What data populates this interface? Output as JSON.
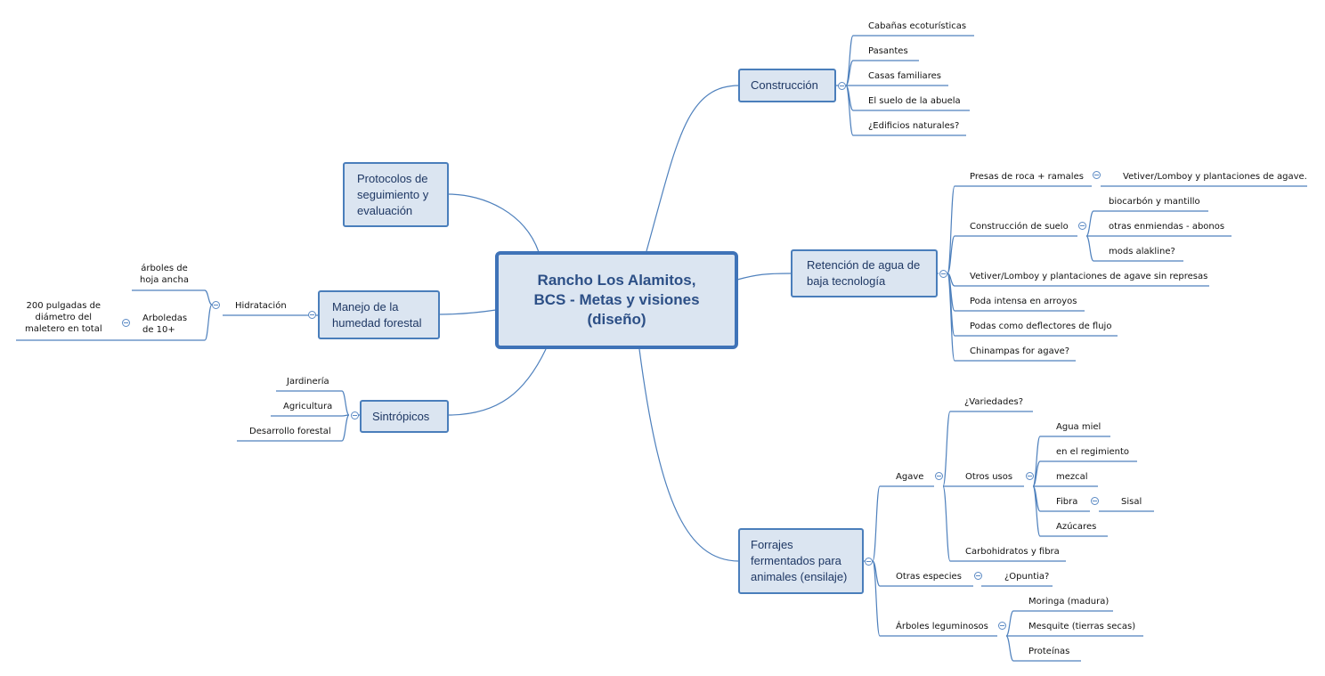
{
  "root": {
    "label": "Rancho Los Alamitos,\nBCS - Metas y visiones\n(diseño)"
  },
  "branches": {
    "construccion": {
      "label": "Construcción",
      "items": [
        "Cabañas ecoturísticas",
        "Pasantes",
        "Casas familiares",
        "El suelo de la abuela",
        "¿Edificios naturales?"
      ]
    },
    "retencion": {
      "label": "Retención de agua de\nbaja tecnología",
      "presas": {
        "label": "Presas de roca + ramales",
        "child": "Vetiver/Lomboy y plantaciones de agave."
      },
      "suelo": {
        "label": "Construcción de suelo",
        "items": [
          "biocarbón y mantillo",
          "otras enmiendas - abonos",
          "mods alakline?"
        ]
      },
      "items": [
        "Vetiver/Lomboy y plantaciones de agave sin represas",
        "Poda intensa en arroyos",
        "Podas como deflectores de flujo",
        "Chinampas for agave?"
      ]
    },
    "forrajes": {
      "label": "Forrajes\nfermentados para\nanimales (ensilaje)",
      "agave": {
        "label": "Agave",
        "variedades": "¿Variedades?",
        "otros_usos": {
          "label": "Otros usos",
          "items": [
            "Agua miel",
            "en el regimiento",
            "mezcal",
            "Fibra",
            "Azúcares"
          ],
          "fibra_child": "Sisal"
        },
        "carbohidratos": "Carbohidratos y fibra"
      },
      "otras_especies": {
        "label": "Otras especies",
        "child": "¿Opuntia?"
      },
      "arboles": {
        "label": "Árboles leguminosos",
        "items": [
          "Moringa (madura)",
          "Mesquite (tierras secas)",
          "Proteínas"
        ]
      }
    },
    "protocolos": {
      "label": "Protocolos de\nseguimiento y\nevaluación"
    },
    "manejo": {
      "label": "Manejo de la\nhumedad forestal",
      "hidratacion": {
        "label": "Hidratación",
        "hoja_ancha": "árboles de\nhoja ancha",
        "arboledas": {
          "label": "Arboledas\nde 10+",
          "child": "200 pulgadas de\ndiámetro del\nmaletero en total"
        }
      }
    },
    "sintropicos": {
      "label": "Sintrópicos",
      "items": [
        "Jardinería",
        "Agricultura",
        "Desarrollo forestal"
      ]
    }
  },
  "colors": {
    "node_fill": "#dbe5f1",
    "node_border": "#4a7ebb",
    "line": "#4f81bd",
    "text": "#1f3864"
  }
}
